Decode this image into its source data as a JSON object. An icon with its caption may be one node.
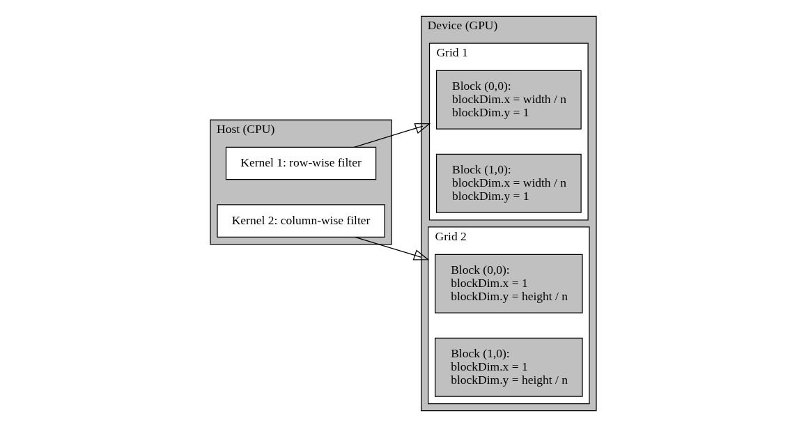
{
  "diagram": {
    "nodes": [
      {
        "text": [
          "Host (CPU)"
        ]
      },
      {
        "text": [
          "Kernel 1: row-wise filter"
        ],
        "in": 0
      },
      {
        "text": [
          "Kernel 2: column-wise filter"
        ],
        "in": 0
      },
      {
        "text": [
          "Device (GPU)"
        ]
      },
      {
        "text": [
          "Grid 1"
        ],
        "in": 3
      },
      {
        "text": [
          "Block (0,0):",
          "blockDim.x = width / n",
          "blockDim.y = 1"
        ],
        "in": 4
      },
      {
        "text": [
          "Block (1,0):",
          "blockDim.x = width / n",
          "blockDim.y = 1"
        ],
        "in": 4
      },
      {
        "text": [
          "Grid 2"
        ],
        "in": 3
      },
      {
        "text": [
          "Block (0,0):",
          "blockDim.x = 1",
          "blockDim.y = height / n"
        ],
        "in": 7
      },
      {
        "text": [
          "Block (1,0):",
          "blockDim.x = 1",
          "blockDim.y = height / n"
        ],
        "in": 7
      }
    ],
    "edges": [
      {
        "from": 1,
        "to": 4,
        "arrow": "to"
      },
      {
        "from": 2,
        "to": 7,
        "arrow": "to"
      }
    ]
  }
}
